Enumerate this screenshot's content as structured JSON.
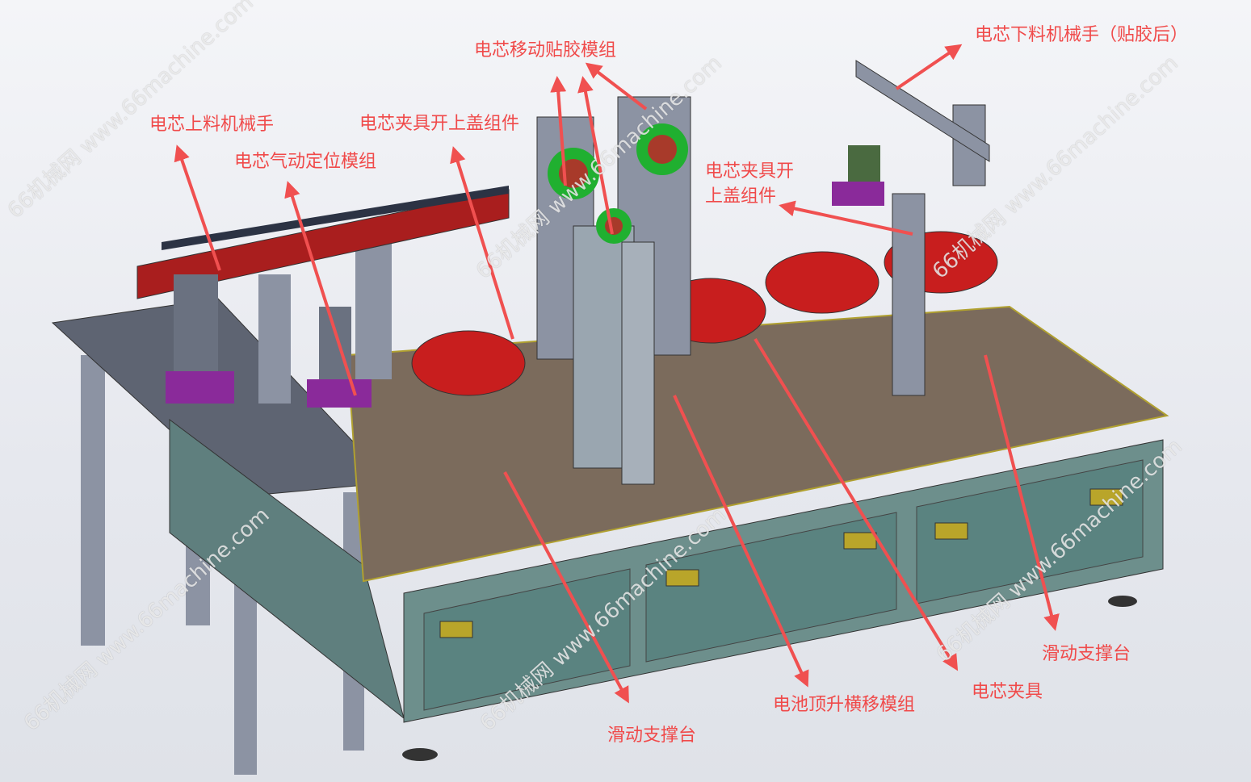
{
  "labels": {
    "tape_module": "电芯移动贴胶模组",
    "unload_robot": "电芯下料机械手（贴胶后）",
    "load_robot": "电芯上料机械手",
    "lid_open_left": "电芯夹具开上盖组件",
    "pneumatic_locate": "电芯气动定位模组",
    "lid_open_right_line1": "电芯夹具开",
    "lid_open_right_line2": "上盖组件",
    "slide_support_right": "滑动支撑台",
    "fixture": "电芯夹具",
    "lift_traverse": "电池顶升横移模组",
    "slide_support_bottom": "滑动支撑台"
  },
  "watermark": {
    "text": "66机械网 www.66machine.com",
    "site": "www.66machine.com"
  },
  "colors": {
    "annotation": "#f04a4a",
    "table_top": "#7b6b5c",
    "cabinet": "#5f8a86",
    "turntable": "#c81e1e"
  }
}
